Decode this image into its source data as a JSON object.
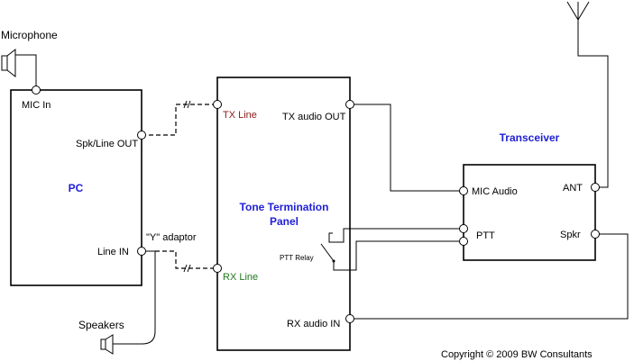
{
  "labels": {
    "microphone": "Microphone",
    "mic_in": "MIC In",
    "spk_line_out": "Spk/Line OUT",
    "pc": "PC",
    "y_adaptor": "\"Y\" adaptor",
    "line_in": "Line IN",
    "speakers": "Speakers",
    "tx_line": "TX Line",
    "rx_line": "RX Line",
    "ttp_line1": "Tone Termination",
    "ttp_line2": "Panel",
    "tx_audio_out": "TX audio OUT",
    "rx_audio_in": "RX audio IN",
    "ptt_relay": "PTT Relay",
    "transceiver": "Transceiver",
    "mic_audio": "MIC Audio",
    "ptt": "PTT",
    "ant": "ANT",
    "spkr": "Spkr",
    "copyright": "Copyright © 2009 BW Consultants"
  },
  "colors": {
    "title_blue": "#1f1fd6",
    "tx_red": "#8b1a1a",
    "rx_green": "#1f7a1f"
  }
}
